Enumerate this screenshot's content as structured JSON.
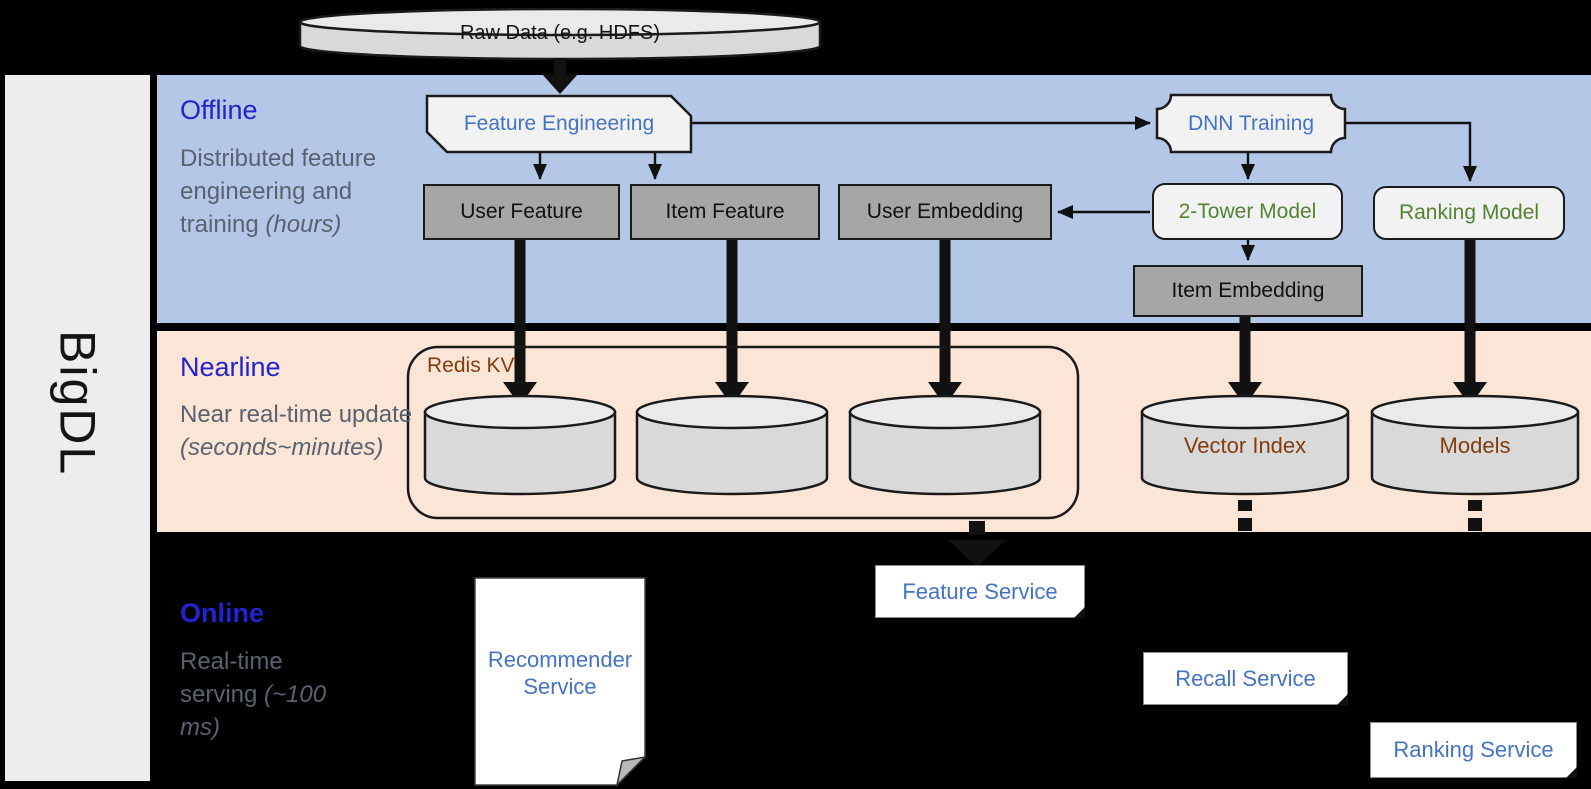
{
  "brand": {
    "label": "BigDL"
  },
  "source": {
    "raw_data_label": "Raw Data (e.g. HDFS)"
  },
  "sections": {
    "offline": {
      "title": "Offline",
      "desc": "Distributed feature engineering and training",
      "desc_note": "(hours)"
    },
    "nearline": {
      "title": "Nearline",
      "desc": "Near real-time update",
      "desc_note": "(seconds~minutes)"
    },
    "online": {
      "title": "Online",
      "desc": "Real-time serving",
      "desc_note": "(~100 ms)"
    }
  },
  "offline_nodes": {
    "feature_engineering": "Feature Engineering",
    "user_feature": "User Feature",
    "item_feature": "Item Feature",
    "user_embedding": "User Embedding",
    "dnn_training": "DNN Training",
    "two_tower_model": "2-Tower Model",
    "ranking_model": "Ranking Model",
    "item_embedding": "Item Embedding"
  },
  "nearline_nodes": {
    "redis_kv": "Redis KV",
    "vector_index": "Vector Index",
    "models": "Models"
  },
  "online_nodes": {
    "recommender_service": "Recommender Service",
    "feature_service": "Feature Service",
    "recall_service": "Recall Service",
    "ranking_service": "Ranking Service"
  },
  "colors": {
    "offline_bg": "#b4c7e7",
    "nearline_bg": "#fbe5d6",
    "online_bg": "#000000",
    "section_title_blue": "#2023cf",
    "section_desc_gray": "#5a6270",
    "process_text_blue": "#4472c4",
    "model_text_green": "#548235",
    "storage_text_brown": "#843c0c",
    "gray_box_fill": "#a6a6a6",
    "light_shape_fill": "#f2f2f2",
    "cylinder_fill": "#d9d9d9"
  }
}
